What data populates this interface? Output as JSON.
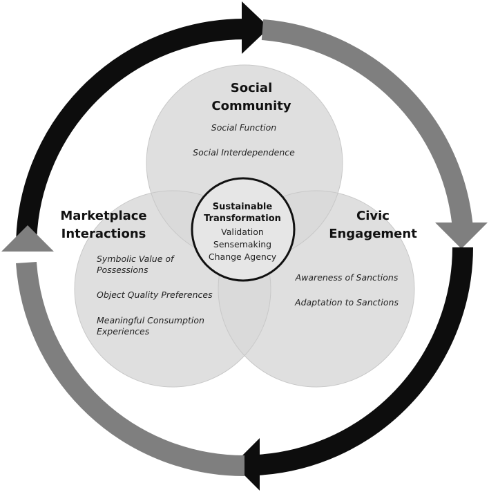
{
  "colors": {
    "background": "#ffffff",
    "circle_fill": "#d9d9d9",
    "arrow_dark": "#0d0d0d",
    "arrow_gray": "#7f7f7f",
    "center_ring": "#111111"
  },
  "cycle": {
    "description_icons": [
      "cycle-arrow-dark",
      "cycle-arrow-gray"
    ]
  },
  "social_community": {
    "title_line1": "Social",
    "title_line2": "Community",
    "items": [
      "Social Function",
      "Social Interdependence"
    ]
  },
  "marketplace": {
    "title_line1": "Marketplace",
    "title_line2": "Interactions",
    "items": [
      "Symbolic Value of",
      "Possessions",
      "Object Quality Preferences",
      "Meaningful Consumption",
      "Experiences"
    ]
  },
  "civic": {
    "title_line1": "Civic",
    "title_line2": "Engagement",
    "items": [
      "Awareness of Sanctions",
      "Adaptation to Sanctions"
    ]
  },
  "center": {
    "title_line1": "Sustainable",
    "title_line2": "Transformation",
    "items": [
      "Validation",
      "Sensemaking",
      "Change Agency"
    ]
  }
}
